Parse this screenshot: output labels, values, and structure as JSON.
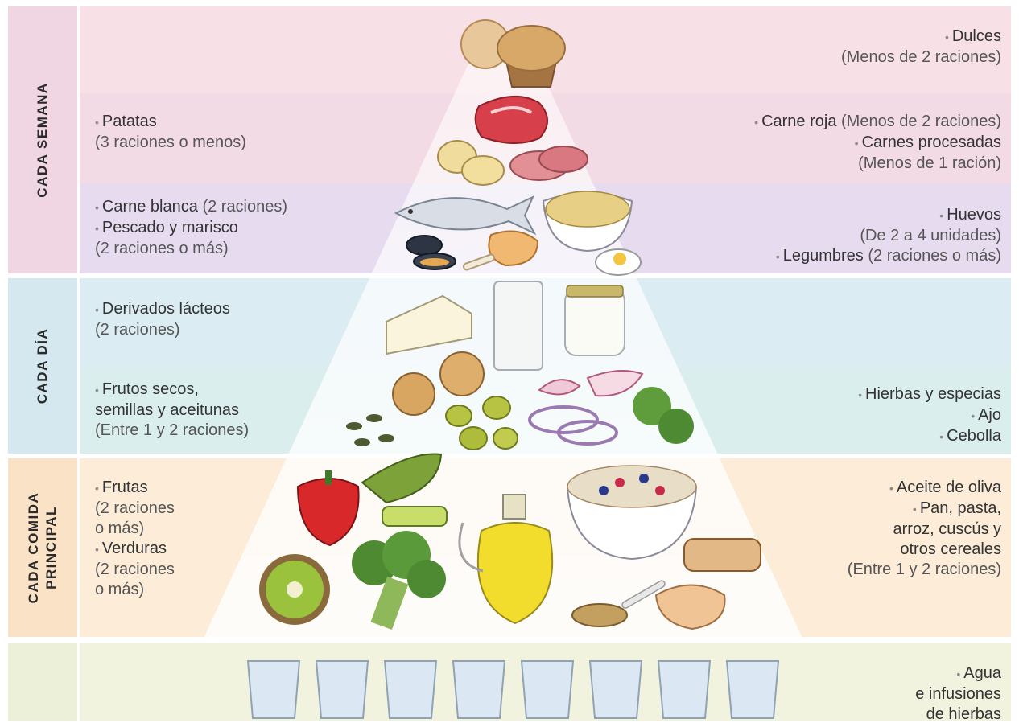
{
  "sections": {
    "semana": "CADA SEMANA",
    "dia": "CADA DÍA",
    "comida_line1": "CADA COMIDA",
    "comida_line2": "PRINCIPAL"
  },
  "items": {
    "dulces": "Dulces",
    "dulces_note": "(Menos de 2 raciones)",
    "patatas": "Patatas",
    "patatas_note": "(3 raciones o menos)",
    "carne_roja": "Carne roja",
    "carne_roja_note": "(Menos de 2 raciones)",
    "carnes_procesadas": "Carnes procesadas",
    "carnes_procesadas_note": "(Menos de 1 ración)",
    "carne_blanca": "Carne blanca",
    "carne_blanca_note": "(2 raciones)",
    "pescado": "Pescado y marisco",
    "pescado_note": "(2 raciones o más)",
    "huevos": "Huevos",
    "huevos_note": "(De 2 a 4 unidades)",
    "legumbres": "Legumbres",
    "legumbres_note": "(2 raciones o más)",
    "lacteos": "Derivados lácteos",
    "lacteos_note": "(2 raciones)",
    "frutos_l1": "Frutos secos,",
    "frutos_l2": "semillas y aceitunas",
    "frutos_note": "(Entre 1 y 2 raciones)",
    "hierbas": "Hierbas y especias",
    "ajo": "Ajo",
    "cebolla": "Cebolla",
    "frutas": "Frutas",
    "frutas_note_l1": "(2 raciones",
    "frutas_note_l2": "o más)",
    "verduras": "Verduras",
    "verduras_note_l1": "(2 raciones",
    "verduras_note_l2": "o más)",
    "aceite": "Aceite de oliva",
    "pan_l1": "Pan, pasta,",
    "pan_l2": "arroz, cuscús y",
    "pan_l3": "otros cereales",
    "pan_note": "(Entre 1 y 2 raciones)",
    "agua_l1": "Agua",
    "agua_l2": "e infusiones",
    "agua_l3": "de hierbas"
  },
  "bullet": "•",
  "illustrations": [
    "muffin-and-cookie",
    "red-meat",
    "sausage-slices",
    "potatoes",
    "fish",
    "chickpeas-bowl",
    "mussels",
    "chicken-leg",
    "boiled-egg",
    "cheese-wedge",
    "milk-glass",
    "yogurt-jar",
    "walnuts",
    "green-olives",
    "pumpkin-seeds",
    "garlic-cloves",
    "onion-rings",
    "parsley",
    "red-pepper",
    "avocado",
    "kiwi",
    "broccoli",
    "olive-oil-bottle",
    "cereal-bowl",
    "bread-slice",
    "pasta",
    "spoon-of-couscous",
    "water-glasses"
  ],
  "colors": {
    "semana_band": "#f8e1e6",
    "dia_band": "#dcecf3",
    "comida_band": "#fcecd8",
    "agua_band": "#f1f3df"
  }
}
